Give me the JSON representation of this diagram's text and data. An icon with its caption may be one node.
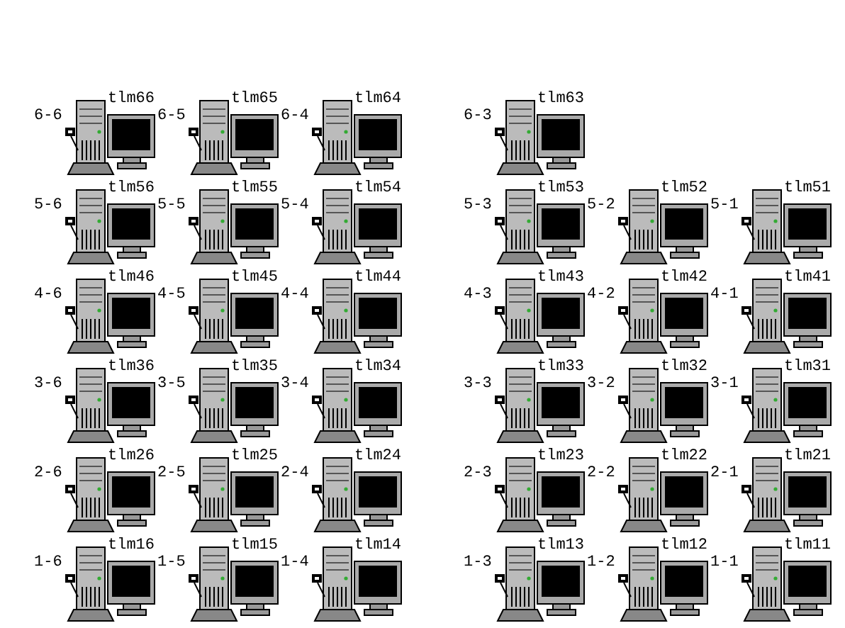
{
  "diagram": {
    "nodes": [
      {
        "text": [
          "tlm66"
        ],
        "beside": [
          "6-6"
        ]
      },
      {
        "text": [
          "tlm65"
        ],
        "beside": [
          "6-5"
        ]
      },
      {
        "text": [
          "tlm64"
        ],
        "beside": [
          "6-4"
        ]
      },
      {
        "text": [
          "tlm63"
        ],
        "beside": [
          "6-3"
        ]
      },
      {
        "text": [
          "tlm56"
        ],
        "beside": [
          "5-6"
        ]
      },
      {
        "text": [
          "tlm55"
        ],
        "beside": [
          "5-5"
        ]
      },
      {
        "text": [
          "tlm54"
        ],
        "beside": [
          "5-4"
        ]
      },
      {
        "text": [
          "tlm53"
        ],
        "beside": [
          "5-3"
        ]
      },
      {
        "text": [
          "tlm52"
        ],
        "beside": [
          "5-2"
        ]
      },
      {
        "text": [
          "tlm51"
        ],
        "beside": [
          "5-1"
        ]
      },
      {
        "text": [
          "tlm46"
        ],
        "beside": [
          "4-6"
        ]
      },
      {
        "text": [
          "tlm45"
        ],
        "beside": [
          "4-5"
        ]
      },
      {
        "text": [
          "tlm44"
        ],
        "beside": [
          "4-4"
        ]
      },
      {
        "text": [
          "tlm43"
        ],
        "beside": [
          "4-3"
        ]
      },
      {
        "text": [
          "tlm42"
        ],
        "beside": [
          "4-2"
        ]
      },
      {
        "text": [
          "tlm41"
        ],
        "beside": [
          "4-1"
        ]
      },
      {
        "text": [
          "tlm36"
        ],
        "beside": [
          "3-6"
        ]
      },
      {
        "text": [
          "tlm35"
        ],
        "beside": [
          "3-5"
        ]
      },
      {
        "text": [
          "tlm34"
        ],
        "beside": [
          "3-4"
        ]
      },
      {
        "text": [
          "tlm33"
        ],
        "beside": [
          "3-3"
        ]
      },
      {
        "text": [
          "tlm32"
        ],
        "beside": [
          "3-2"
        ]
      },
      {
        "text": [
          "tlm31"
        ],
        "beside": [
          "3-1"
        ]
      },
      {
        "text": [
          "tlm26"
        ],
        "beside": [
          "2-6"
        ]
      },
      {
        "text": [
          "tlm25"
        ],
        "beside": [
          "2-5"
        ]
      },
      {
        "text": [
          "tlm24"
        ],
        "beside": [
          "2-4"
        ]
      },
      {
        "text": [
          "tlm23"
        ],
        "beside": [
          "2-3"
        ]
      },
      {
        "text": [
          "tlm22"
        ],
        "beside": [
          "2-2"
        ]
      },
      {
        "text": [
          "tlm21"
        ],
        "beside": [
          "2-1"
        ]
      },
      {
        "text": [
          "tlm16"
        ],
        "beside": [
          "1-6"
        ]
      },
      {
        "text": [
          "tlm15"
        ],
        "beside": [
          "1-5"
        ]
      },
      {
        "text": [
          "tlm14"
        ],
        "beside": [
          "1-4"
        ]
      },
      {
        "text": [
          "tlm13"
        ],
        "beside": [
          "1-3"
        ]
      },
      {
        "text": [
          "tlm12"
        ],
        "beside": [
          "1-2"
        ]
      },
      {
        "text": [
          "tlm11"
        ],
        "beside": [
          "1-1"
        ]
      }
    ]
  }
}
